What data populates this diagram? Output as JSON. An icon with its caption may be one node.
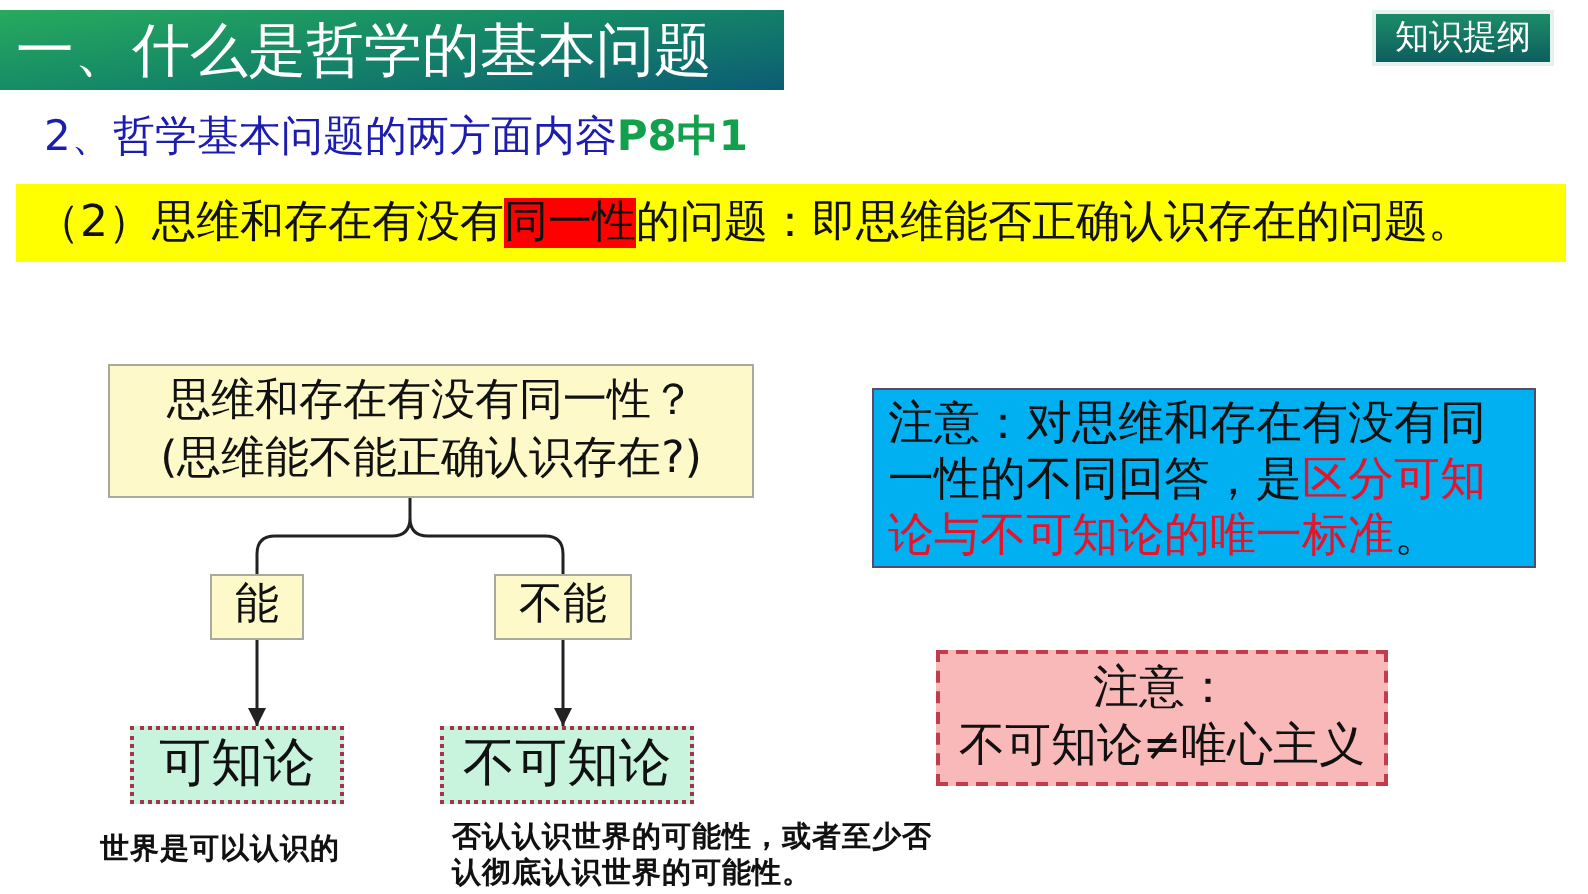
{
  "diagram": {
    "title": "一、什么是哲学的基本问题",
    "nodes": [
      {
        "text": [
          "思维和存在有没有同一性？",
          "(思维能不能正确认识存在?)"
        ]
      },
      {
        "text": [
          "能"
        ]
      },
      {
        "text": [
          "不能"
        ]
      },
      {
        "text": [
          "可知论"
        ],
        "beside": [
          "世界是可以认识的"
        ]
      },
      {
        "text": [
          "不可知论"
        ],
        "beside": [
          "否认认识世界的可能性，或者至少否认彻底认识世界的可能性。"
        ]
      },
      {
        "text": [
          "注意：对思维和存在有没有同一性的不同回答，是**区分可知论与不可知论的唯一标准**。"
        ]
      },
      {
        "text": [
          "注意：",
          "不可知论≠唯心主义"
        ]
      }
    ],
    "edges": [
      {
        "from": 0,
        "to": 1,
        "arrow": "none"
      },
      {
        "from": 0,
        "to": 2,
        "arrow": "none"
      },
      {
        "from": 1,
        "to": 3,
        "arrow": "to"
      },
      {
        "from": 2,
        "to": 4,
        "arrow": "to"
      }
    ],
    "labels": [
      "知识提纲",
      "2、哲学基本问题的两方面内容**P8中1**",
      "（2）思维和存在有没有**同一性**的问题：即思维能否正确认识存在的问题。"
    ]
  }
}
